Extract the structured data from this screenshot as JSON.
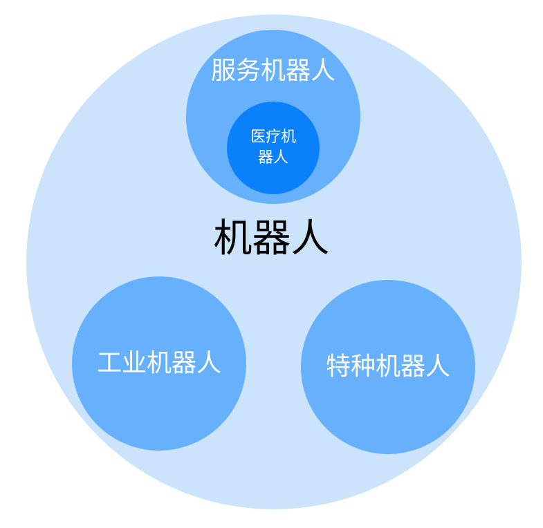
{
  "diagram": {
    "outer": {
      "label": "机器人",
      "color": "#cce4fb"
    },
    "service": {
      "label": "服务机器人",
      "color": "#66b0fc",
      "inner": {
        "label": "医疗机器人",
        "color": "#0a81fb"
      }
    },
    "industrial": {
      "label": "工业机器人",
      "color": "#66b0fc"
    },
    "special": {
      "label": "特种机器人",
      "color": "#66b0fc"
    }
  }
}
